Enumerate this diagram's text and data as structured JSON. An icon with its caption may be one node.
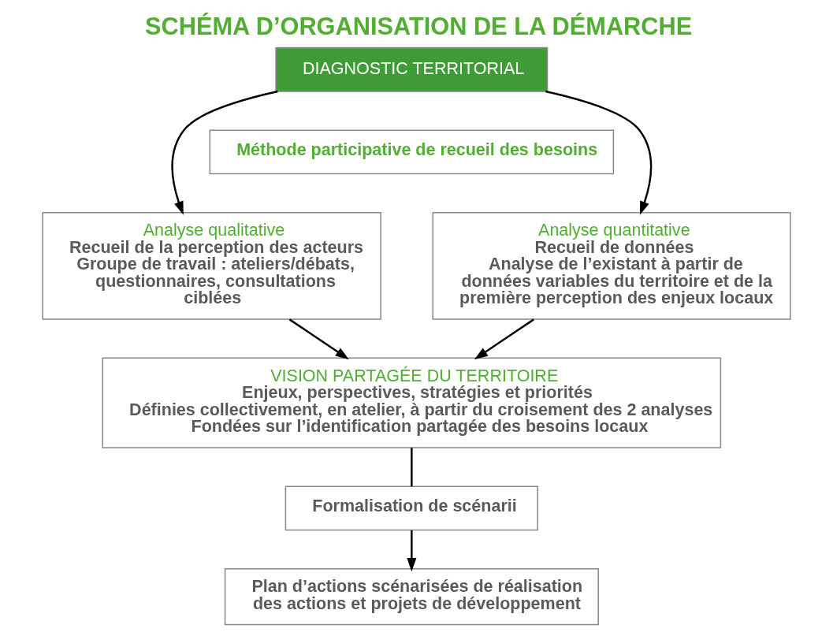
{
  "diagram": {
    "title": "SCHÉMA D’ORGANISATION DE LA DÉMARCHE",
    "nodes": [
      {
        "text": [
          "DIAGNOSTIC TERRITORIAL"
        ]
      },
      {
        "text": [
          "Méthode participative de recueil des besoins"
        ]
      },
      {
        "text": [
          "Analyse qualitative",
          "Recueil de la perception des acteurs",
          "Groupe de travail : ateliers/débats, questionnaires, consultations ciblées"
        ]
      },
      {
        "text": [
          "Analyse quantitative",
          "Recueil de données",
          "Analyse de l’existant à partir de données variables du territoire et de la première perception des enjeux locaux"
        ]
      },
      {
        "text": [
          "VISION PARTAGÉE DU TERRITOIRE",
          "Enjeux, perspectives, stratégies et priorités",
          "Définies collectivement, en atelier, à partir du croisement des 2 analyses",
          "Fondées sur l’identification partagée des besoins locaux"
        ]
      },
      {
        "text": [
          "Formalisation de scénarii"
        ]
      },
      {
        "text": [
          "Plan d’actions scénarisées de réalisation des actions et projets de développement"
        ]
      }
    ],
    "edges": [
      {
        "from": 0,
        "to": 2,
        "arrow": "to"
      },
      {
        "from": 0,
        "to": 3,
        "arrow": "to"
      },
      {
        "from": 2,
        "to": 4,
        "arrow": "to"
      },
      {
        "from": 3,
        "to": 4,
        "arrow": "to"
      },
      {
        "from": 4,
        "to": 5,
        "arrow": "none"
      },
      {
        "from": 5,
        "to": 6,
        "arrow": "to"
      }
    ]
  }
}
